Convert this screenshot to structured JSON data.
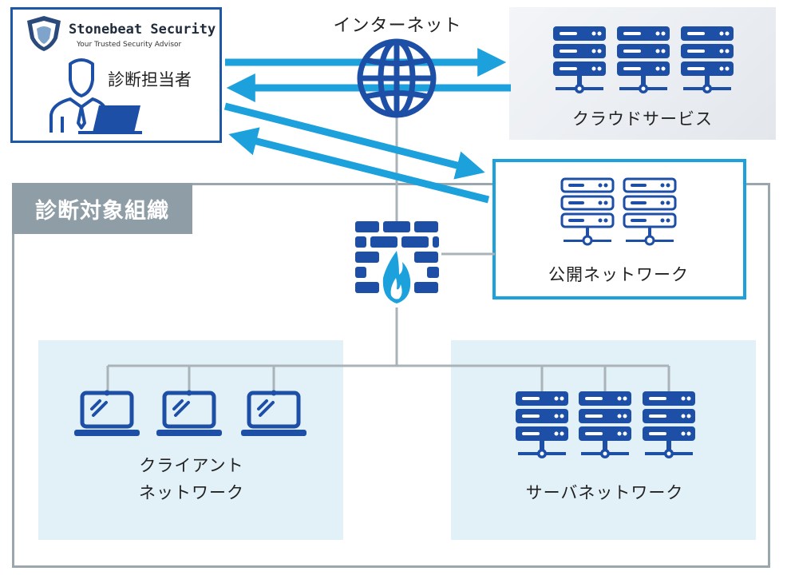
{
  "internet": {
    "label": "インターネット"
  },
  "cloud": {
    "label": "クラウドサービス"
  },
  "analyst": {
    "brand_name": "Stonebeat Security",
    "brand_tagline": "Your Trusted Security Advisor",
    "role_label": "診断担当者"
  },
  "organization": {
    "label": "診断対象組織"
  },
  "public_network": {
    "label": "公開ネットワーク"
  },
  "client_network": {
    "label_line1": "クライアント",
    "label_line2": "ネットワーク"
  },
  "server_network": {
    "label": "サーバネットワーク"
  },
  "colors": {
    "icon_blue": "#1d4fa6",
    "arrow_blue": "#1da1dc",
    "org_border": "#9aa7ae",
    "zone_fill": "#e2f1f8"
  },
  "icons": [
    "globe-icon",
    "server-rack-icon",
    "firewall-icon",
    "laptop-icon",
    "analyst-person-icon",
    "shield-logo-icon"
  ]
}
